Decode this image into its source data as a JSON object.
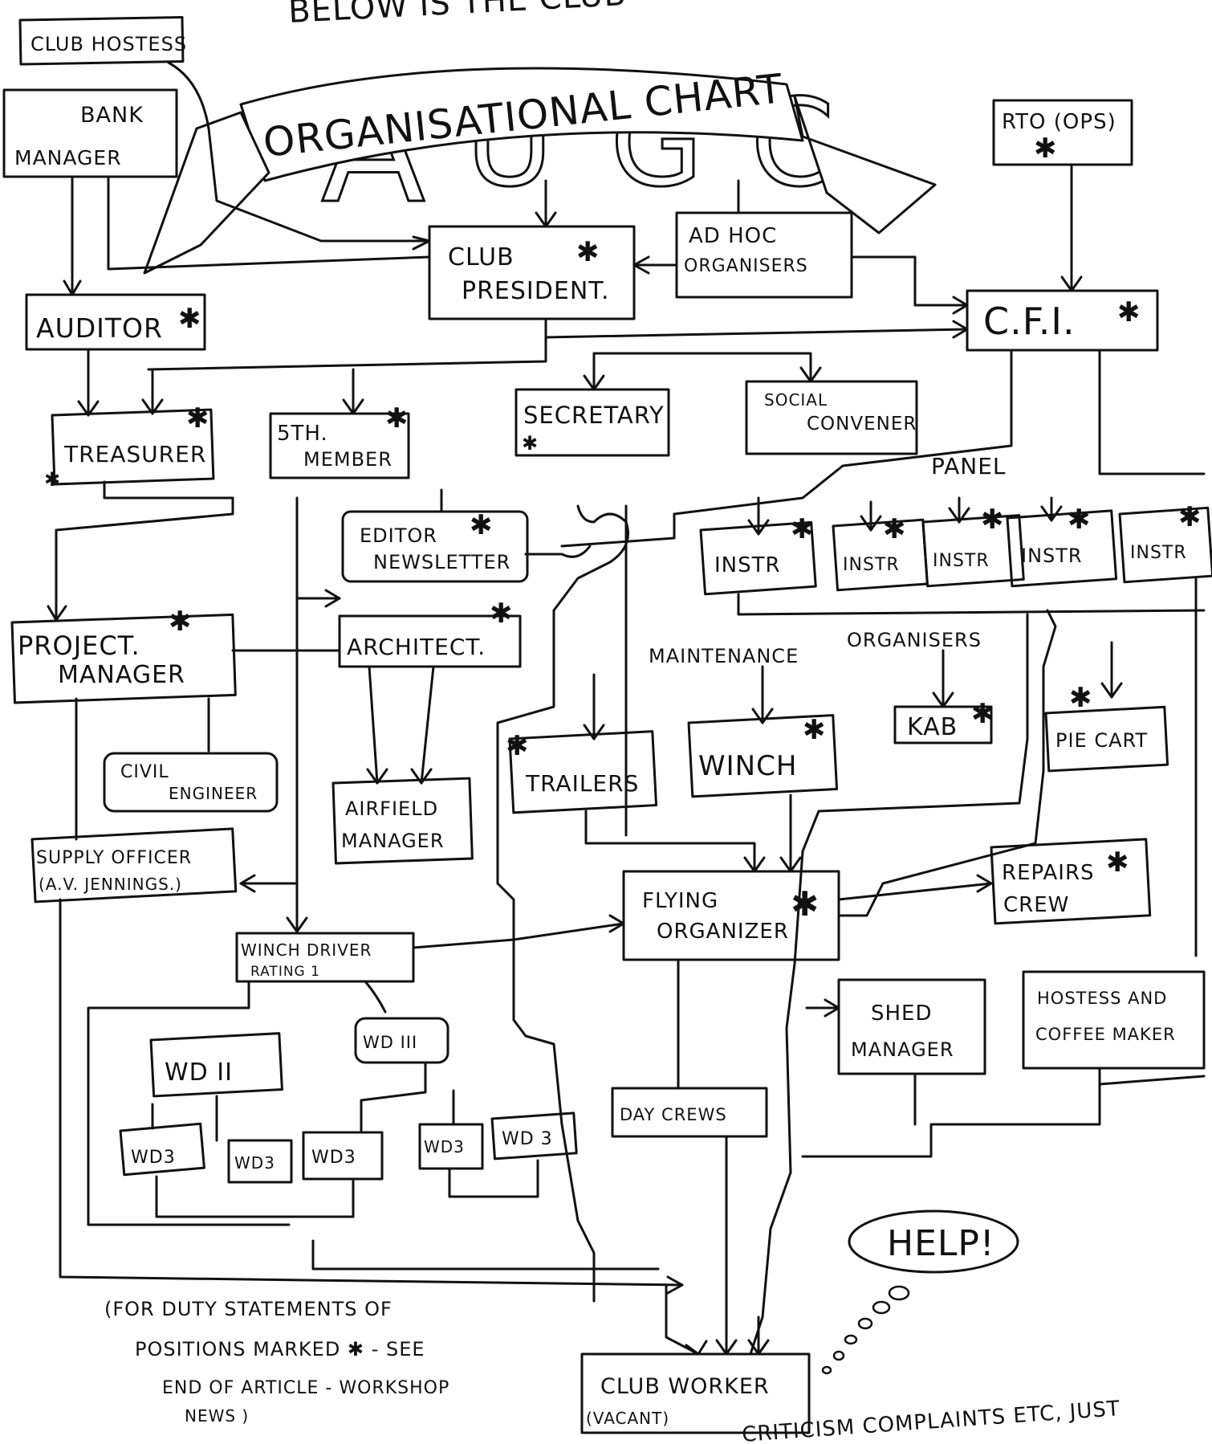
{
  "header": {
    "top_line": "BELOW IS THE CLUB",
    "banner_title": "ORGANISATIONAL CHART",
    "big_letters": [
      "A",
      "U",
      "G",
      "C"
    ]
  },
  "nodes": {
    "club_hostess": "CLUB HOSTESS",
    "bank_manager_1": "BANK",
    "bank_manager_2": "MANAGER",
    "rto_ops": "RTO (OPS)",
    "auditor": "AUDITOR",
    "club_president_1": "CLUB",
    "club_president_2": "PRESIDENT.",
    "ad_hoc_1": "AD HOC",
    "ad_hoc_2": "ORGANISERS",
    "cfi": "C.F.I.",
    "treasurer": "TREASURER",
    "fifth_member_1": "5TH.",
    "fifth_member_2": "MEMBER",
    "secretary": "SECRETARY",
    "social_convener_1": "SOCIAL",
    "social_convener_2": "CONVENER",
    "panel": "PANEL",
    "editor_1": "EDITOR",
    "editor_2": "NEWSLETTER",
    "instr": [
      "INSTR",
      "INSTR",
      "INSTR",
      "INSTR",
      "INSTR"
    ],
    "project_manager_1": "PROJECT.",
    "project_manager_2": "MANAGER",
    "architect": "ARCHITECT.",
    "maintenance": "MAINTENANCE",
    "organisers": "ORGANISERS",
    "civil_engineer_1": "CIVIL",
    "civil_engineer_2": "ENGINEER",
    "airfield_manager_1": "AIRFIELD",
    "airfield_manager_2": "MANAGER",
    "trailers": "TRAILERS",
    "winch": "WINCH",
    "kab": "KAB",
    "pie_cart": "PIE CART",
    "supply_officer_1": "SUPPLY OFFICER",
    "supply_officer_2": "(A.V. JENNINGS.)",
    "flying_organizer_1": "FLYING",
    "flying_organizer_2": "ORGANIZER",
    "repairs_crew_1": "REPAIRS",
    "repairs_crew_2": "CREW",
    "winch_driver_1": "WINCH DRIVER",
    "winch_driver_2": "RATING 1",
    "shed_manager_1": "SHED",
    "shed_manager_2": "MANAGER",
    "hostess_coffee_1": "HOSTESS AND",
    "hostess_coffee_2": "COFFEE MAKER",
    "wd2": "WD II",
    "wd3_roman": "WD III",
    "day_crews": "DAY CREWS",
    "wd3": [
      "WD3",
      "WD3",
      "WD3",
      "WD3",
      "WD 3"
    ],
    "club_worker_1": "CLUB WORKER",
    "club_worker_2": "(VACANT)"
  },
  "bubble": {
    "text": "HELP!"
  },
  "footnote": {
    "line1": "(FOR DUTY STATEMENTS OF",
    "line2": "POSITIONS MARKED ✱ - SEE",
    "line3": "END OF ARTICLE - WORKSHOP",
    "line4": "NEWS )"
  },
  "bottom_text": "CRITICISM COMPLAINTS ETC, JUST",
  "marker_glyph": "✱"
}
